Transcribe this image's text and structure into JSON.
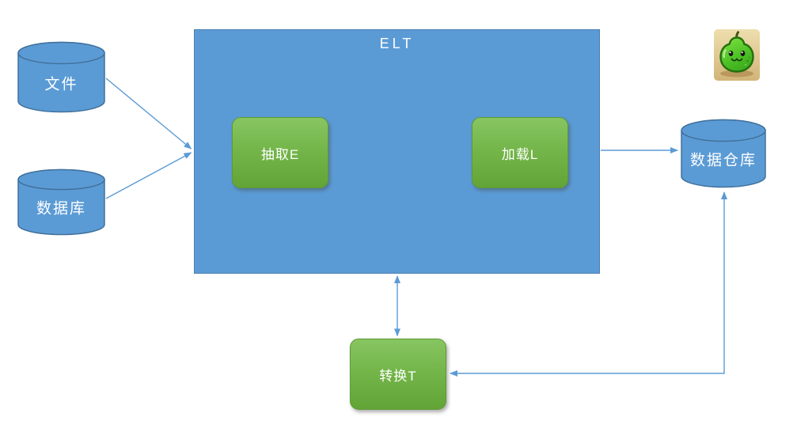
{
  "diagram": {
    "container": {
      "title": "ELT"
    },
    "nodes": {
      "file": {
        "label": "文件",
        "shape": "cylinder"
      },
      "database": {
        "label": "数据库",
        "shape": "cylinder"
      },
      "warehouse": {
        "label": "数据仓库",
        "shape": "cylinder"
      },
      "extract": {
        "label": "抽取E",
        "shape": "rounded-rect"
      },
      "load": {
        "label": "加载L",
        "shape": "rounded-rect"
      },
      "transform": {
        "label": "转换T",
        "shape": "rounded-rect"
      }
    },
    "connections": [
      {
        "from": "file",
        "to": "elt-container",
        "direction": "one-way"
      },
      {
        "from": "database",
        "to": "elt-container",
        "direction": "one-way"
      },
      {
        "from": "elt-container",
        "to": "warehouse",
        "direction": "one-way"
      },
      {
        "from": "elt-container",
        "to": "transform",
        "direction": "two-way"
      },
      {
        "from": "transform",
        "to": "warehouse",
        "direction": "two-way",
        "route": "elbow"
      }
    ],
    "colors": {
      "node_blue": "#5b9bd5",
      "node_blue_border": "#41719c",
      "node_green_top": "#87c562",
      "node_green_bottom": "#63a437",
      "connector_blue": "#5b9bd5",
      "label_text": "#ffffff",
      "pear_icon_bg": "#e5cf99",
      "pear_icon_green": "#4fc327"
    },
    "icons": {
      "mascot": "pear-mascot-icon"
    }
  }
}
